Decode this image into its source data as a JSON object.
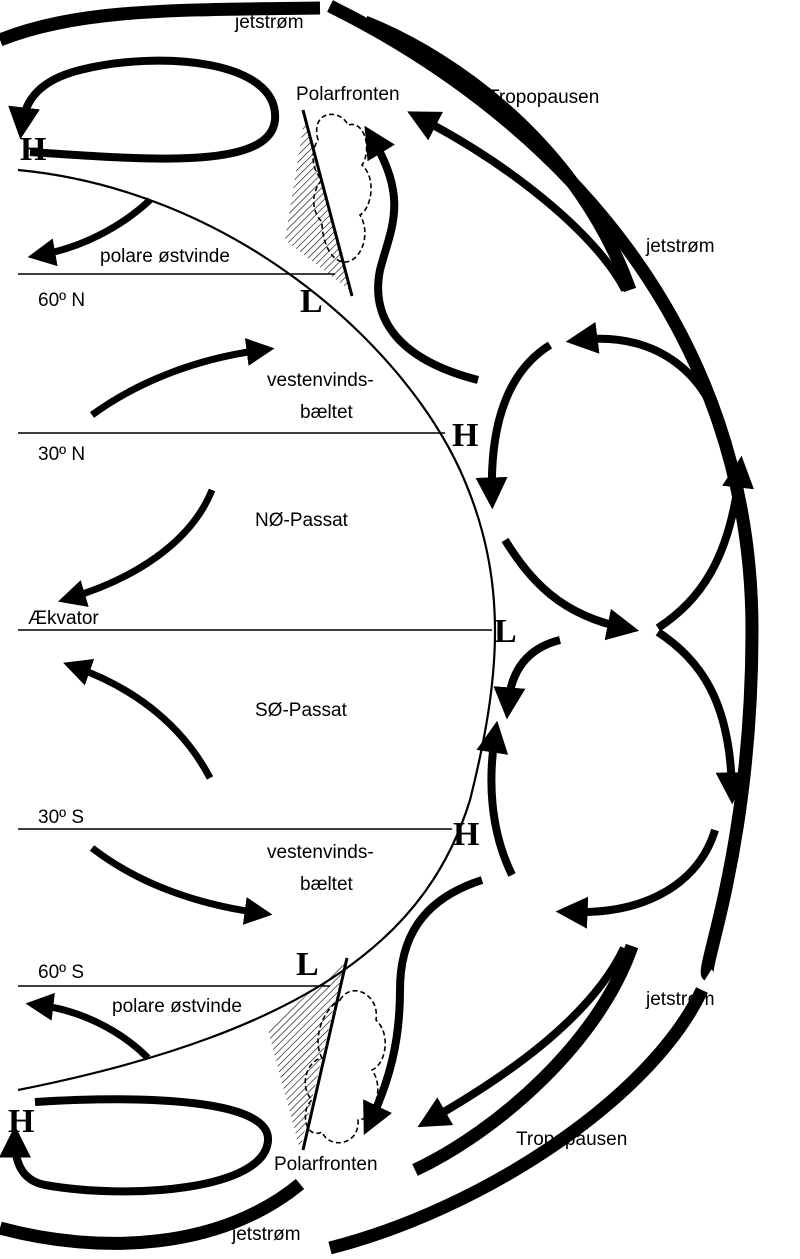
{
  "labels": {
    "jet_top": "jetstrøm",
    "jet_right_upper": "jetstrøm",
    "jet_right_lower": "jetstrøm",
    "jet_bottom": "jetstrøm",
    "polar_front_top": "Polarfronten",
    "polar_front_bottom": "Polarfronten",
    "tropopause_top": "Tropopausen",
    "tropopause_bottom": "Tropopausen",
    "polar_easterlies_north": "polare østvinde",
    "polar_easterlies_south": "polare østvinde",
    "lat_60n": "60º N",
    "lat_30n": "30º N",
    "equator": "Ækvator",
    "lat_30s": "30º S",
    "lat_60s": "60º S",
    "westerlies_north_1": "vestenvinds-",
    "westerlies_north_2": "bæltet",
    "westerlies_south_1": "vestenvinds-",
    "westerlies_south_2": "bæltet",
    "ne_trade": "NØ-Passat",
    "se_trade": "SØ-Passat"
  },
  "pressure_marks": {
    "h_top_left": "H",
    "l_60n": "L",
    "h_30n": "H",
    "l_equator": "L",
    "h_30s": "H",
    "l_60s": "L",
    "h_bottom_left": "H"
  }
}
